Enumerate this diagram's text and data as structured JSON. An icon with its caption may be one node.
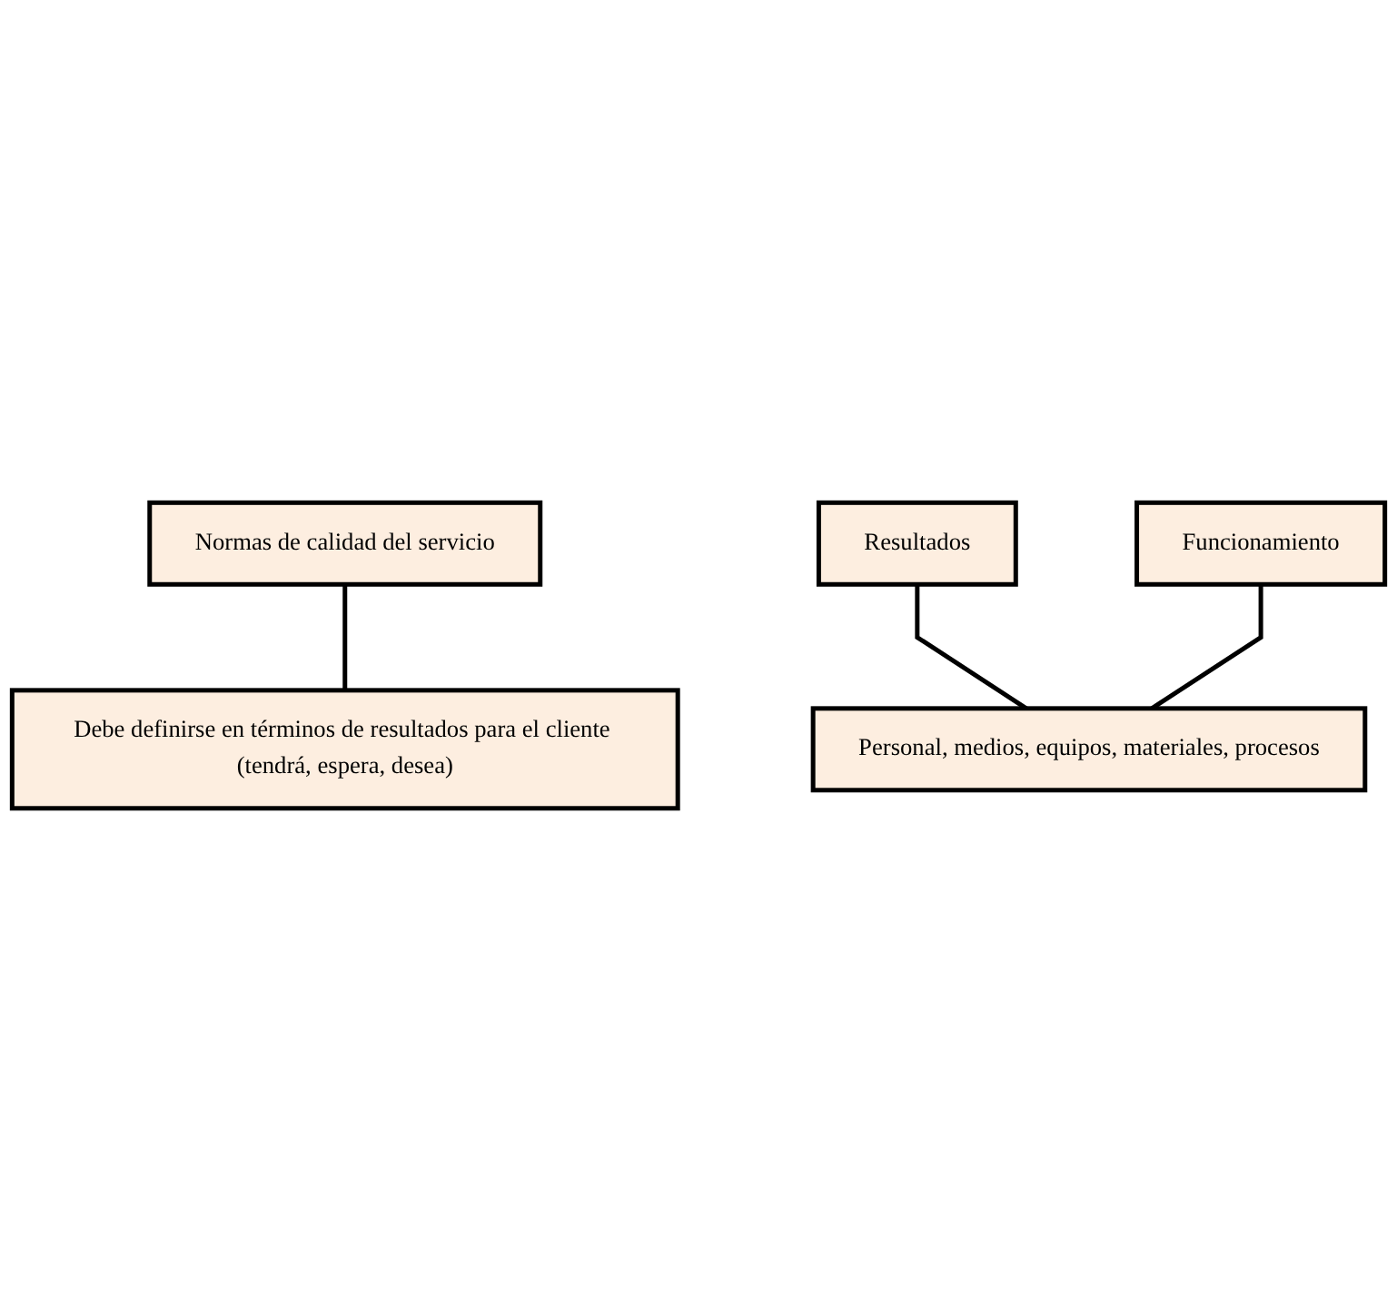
{
  "diagram": {
    "nodes": [
      {
        "text": [
          "Normas de calidad del servicio"
        ]
      },
      {
        "text": [
          "Debe definirse en términos de resultados para el cliente (tendrá, espera, desea)"
        ]
      },
      {
        "text": [
          "Resultados"
        ]
      },
      {
        "text": [
          "Funcionamiento"
        ]
      },
      {
        "text": [
          "Personal, medios, equipos, materiales, procesos"
        ]
      }
    ],
    "edges": [
      {
        "from": 0,
        "to": 1,
        "arrow": "none"
      },
      {
        "from": 2,
        "to": 4,
        "arrow": "none"
      },
      {
        "from": 3,
        "to": 4,
        "arrow": "none"
      }
    ]
  }
}
